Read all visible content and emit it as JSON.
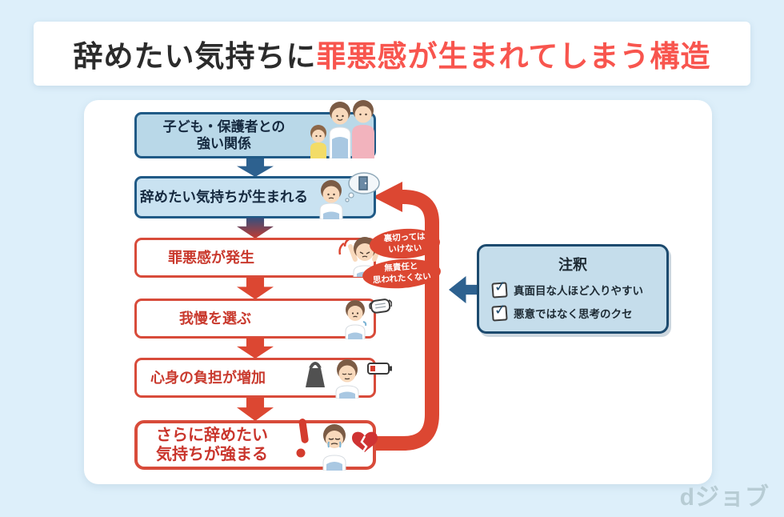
{
  "title": {
    "prefix": "辞めたい気持ちに",
    "highlight": "罪悪感が生まれてしまう構造"
  },
  "flow": {
    "boxes": [
      {
        "label": "子ども・保護者との\n強い関係"
      },
      {
        "label": "辞めたい気持ちが生まれる"
      },
      {
        "label": "罪悪感が発生"
      },
      {
        "label": "我慢を選ぶ"
      },
      {
        "label": "心身の負担が増加"
      },
      {
        "label": "さらに辞めたい\n気持ちが強まる"
      }
    ],
    "thought_bubbles": [
      "裏切っては\nいけない",
      "無責任と\n思われたくない"
    ]
  },
  "annotation": {
    "title": "注釈",
    "check_glyph": "✓",
    "items": [
      "真面目な人ほど入りやすい",
      "悪意ではなく思考のクセ"
    ]
  },
  "footer": {
    "logo": "dジョブ"
  },
  "colors": {
    "background": "#ddeffa",
    "title_red": "#f8554e",
    "accent_red": "#dc4732",
    "flow_blue_border": "#205a86",
    "flow_blue_fill": "#b9d8e8",
    "flow_blue_fill_light": "#c9e2f1",
    "red_text": "#c93a2e",
    "arrow_blue": "#2d618f",
    "annotation_fill": "#c5ddeb",
    "annotation_border": "#1c4a6e",
    "logo_gray": "#b7ccd4"
  }
}
